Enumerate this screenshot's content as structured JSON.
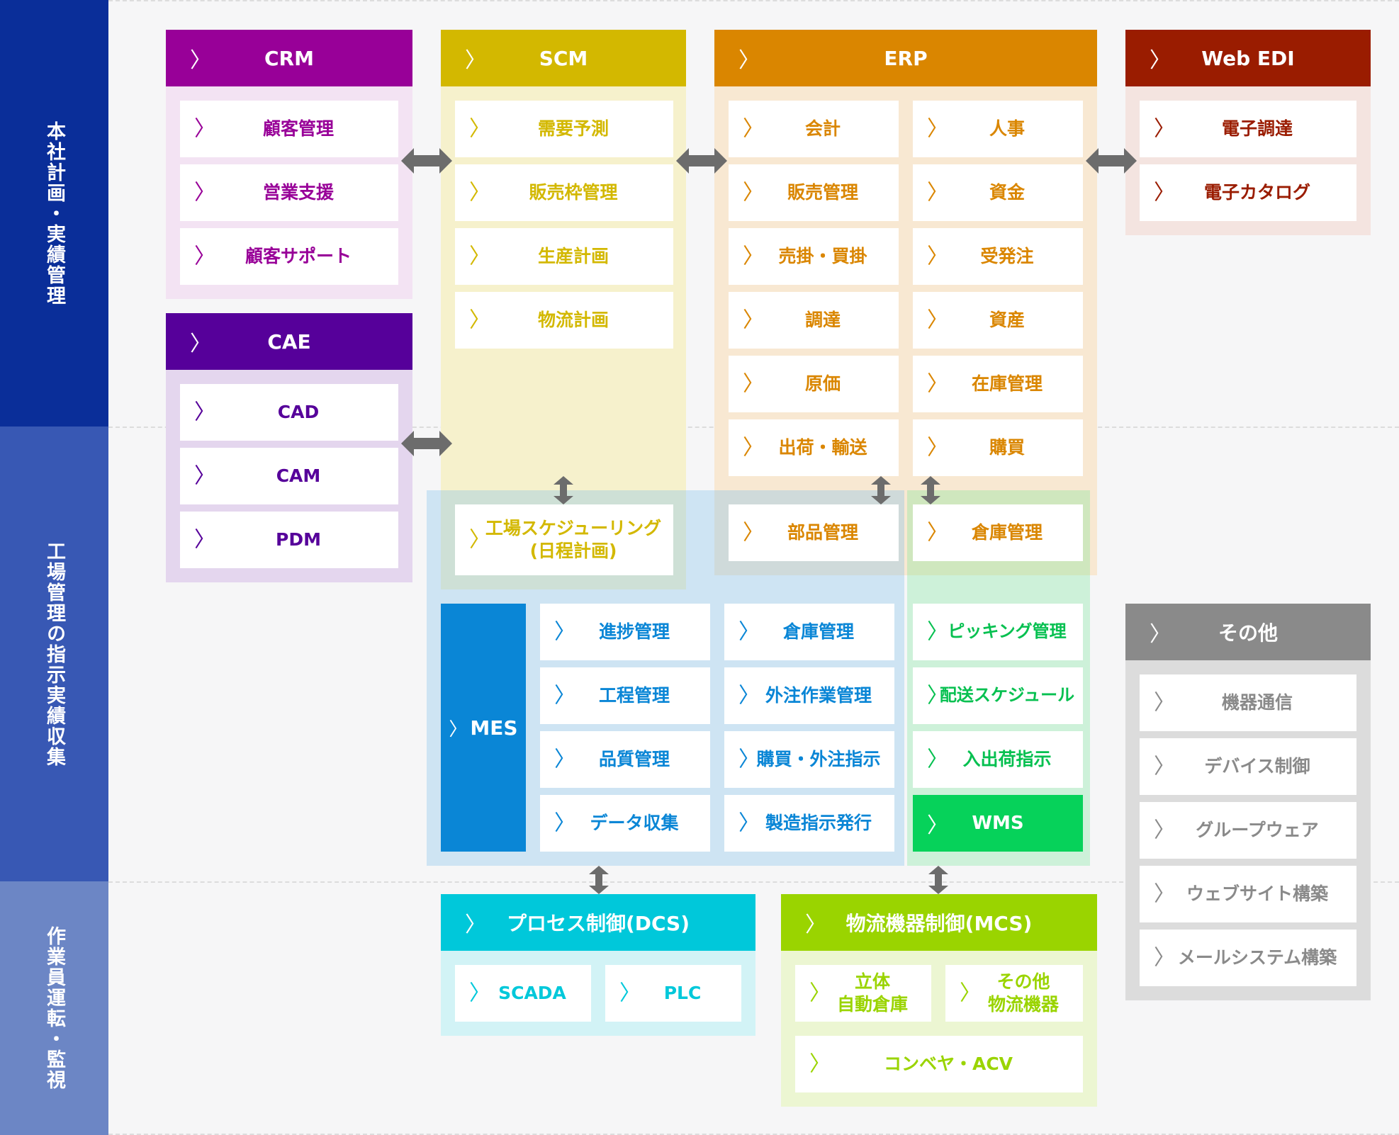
{
  "colors": {
    "band1": "#0a2e99",
    "band2": "#3858b4",
    "band3": "#6c86c5",
    "crm": "#980098",
    "scm": "#d3b800",
    "erp": "#da8600",
    "edi": "#9a1c00",
    "cae": "#56009a",
    "mes": "#0a86d6",
    "wms": "#06d25a",
    "dcs": "#00c8da",
    "mcs": "#9ad400",
    "other": "#8a8a8a",
    "arrow": "#6c6c6c"
  },
  "bands": {
    "top": "本社計画・実績管理",
    "middle": "工場管理の指示実績収集",
    "bottom": "作業員運転・監視"
  },
  "icons": {
    "chevron": "chevron-right-icon",
    "arrow": "double-arrow-icon"
  },
  "chevron": "〉",
  "crm": {
    "title": "CRM",
    "items": [
      "顧客管理",
      "営業支援",
      "顧客サポート"
    ]
  },
  "cae": {
    "title": "CAE",
    "items": [
      "CAD",
      "CAM",
      "PDM"
    ]
  },
  "scm": {
    "title": "SCM",
    "items": [
      "需要予測",
      "販売枠管理",
      "生産計画",
      "物流計画"
    ]
  },
  "erp": {
    "title": "ERP",
    "left": [
      "会計",
      "販売管理",
      "売掛・買掛",
      "調達",
      "原価",
      "出荷・輸送"
    ],
    "right": [
      "人事",
      "資金",
      "受発注",
      "資産",
      "在庫管理",
      "購買"
    ]
  },
  "edi": {
    "title": "Web EDI",
    "items": [
      "電子調達",
      "電子カタログ"
    ]
  },
  "factory": {
    "schedule_line1": "工場スケジューリング",
    "schedule_line2": "(日程計画)",
    "parts": "部品管理",
    "warehouse": "倉庫管理"
  },
  "mes": {
    "title": "MES",
    "col1": [
      "進捗管理",
      "工程管理",
      "品質管理",
      "データ収集"
    ],
    "col2": [
      "倉庫管理",
      "外注作業管理",
      "購買・外注指示",
      "製造指示発行"
    ]
  },
  "wms": {
    "title": "WMS",
    "items": [
      "ピッキング管理",
      "配送スケジュール",
      "入出荷指示"
    ]
  },
  "other": {
    "title": "その他",
    "items": [
      "機器通信",
      "デバイス制御",
      "グループウェア",
      "ウェブサイト構築",
      "メールシステム構築"
    ]
  },
  "dcs": {
    "title": "プロセス制御(DCS)",
    "items": [
      "SCADA",
      "PLC"
    ]
  },
  "mcs": {
    "title": "物流機器制御(MCS)",
    "item1_line1": "立体",
    "item1_line2": "自動倉庫",
    "item2_line1": "その他",
    "item2_line2": "物流機器",
    "item3": "コンベヤ・ACV"
  }
}
